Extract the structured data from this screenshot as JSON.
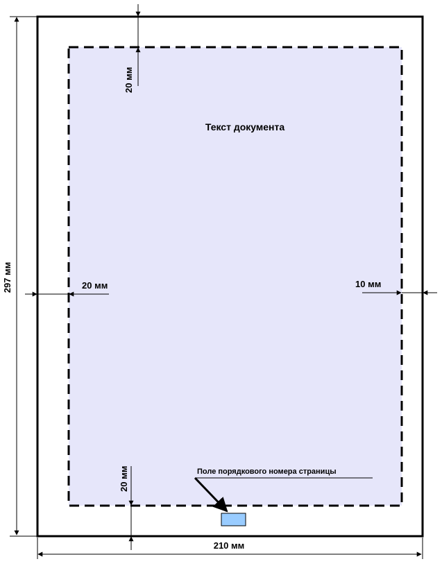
{
  "labels": {
    "document_text": "Текст документа",
    "top_margin": "20 мм",
    "left_margin": "20 мм",
    "right_margin": "10 мм",
    "bottom_margin": "20 мм",
    "page_number_field": "Поле порядкового номера страницы",
    "page_width": "210 мм",
    "page_height": "297 мм"
  },
  "colors": {
    "text_area_fill": "#e6e6fa",
    "page_number_box_fill": "#99ccff",
    "line": "#000000"
  }
}
